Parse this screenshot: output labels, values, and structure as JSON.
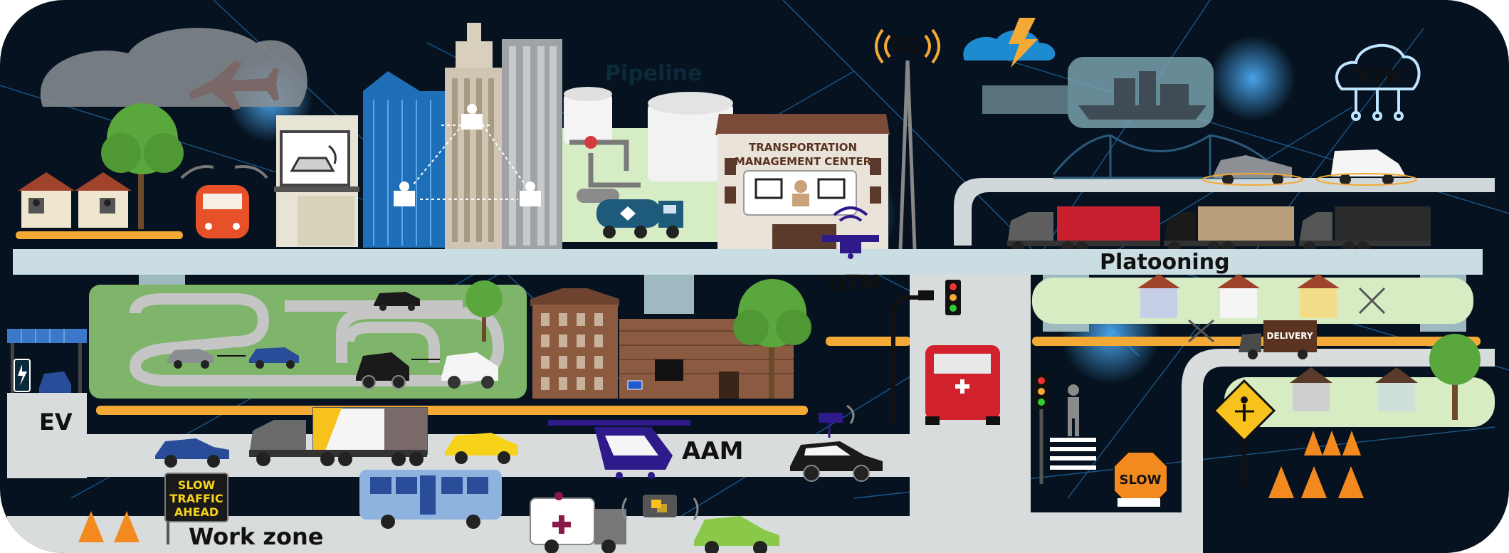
{
  "labels": {
    "pipeline": "Pipeline",
    "five_g": "5G",
    "v2n": "V2N",
    "platooning": "Platooning",
    "utm": "UTM",
    "ev": "EV",
    "aam": "AAM",
    "work_zone": "Work zone"
  },
  "tmc": {
    "line1": "TRANSPORTATION",
    "line2": "MANAGEMENT CENTER"
  },
  "signs": {
    "delivery": "DELIVERY",
    "slow": "SLOW",
    "slow_traffic": [
      "SLOW",
      "TRAFFIC",
      "AHEAD"
    ]
  },
  "colors": {
    "network_bg": "#06121f",
    "network_glow": "#1e90ff",
    "road": "#d9dcdd",
    "orange_lane": "#f3a935",
    "elevated_road": "#c9dde3",
    "test_track": "#7fb56a",
    "truck_red": "#c8202f",
    "ambulance_red": "#d0212d",
    "bus_blue": "#8fb3df"
  },
  "icons": [
    "airplane-icon",
    "cloud-icon",
    "lightning-icon",
    "cloud-network-icon",
    "cell-tower-icon",
    "drone-icon",
    "traffic-light-icon",
    "pedestrian-icon",
    "ev-charger-icon",
    "solar-panel-icon",
    "traffic-cone-icon",
    "flagger-sign-icon"
  ]
}
